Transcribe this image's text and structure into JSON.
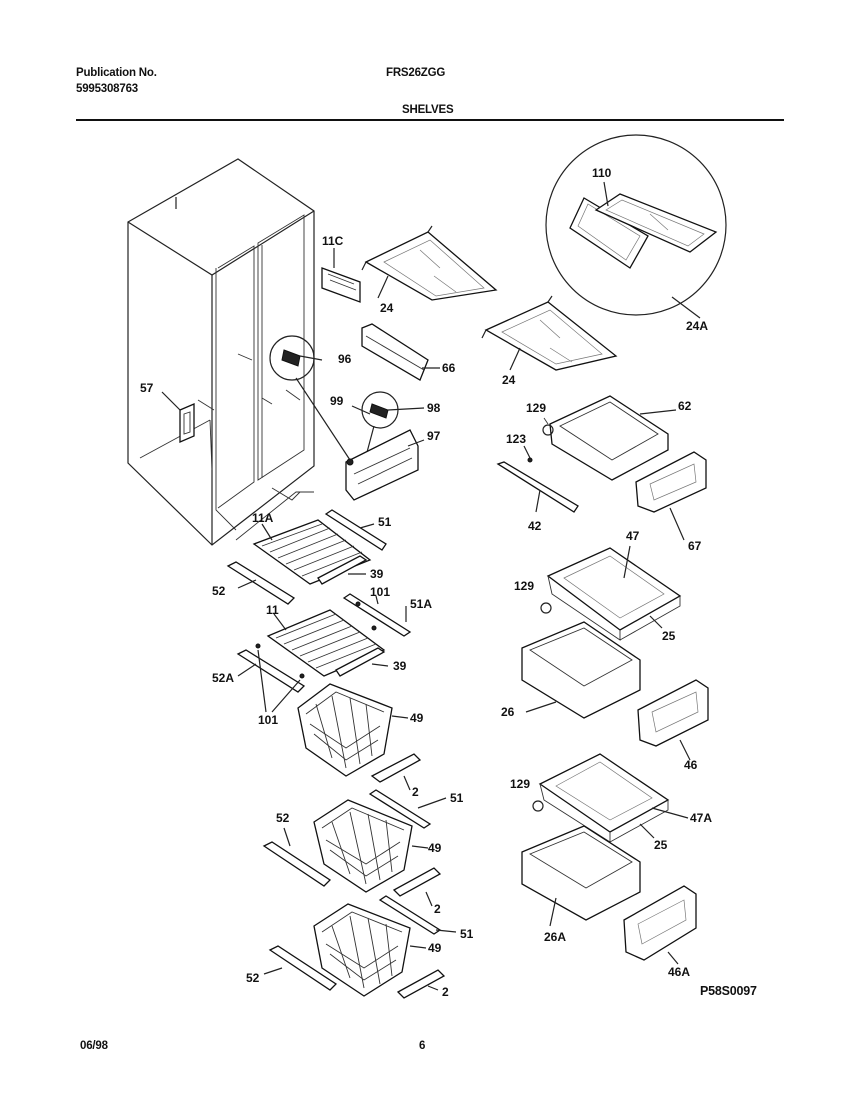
{
  "header": {
    "publication_label": "Publication No.",
    "publication_number": "5995308763",
    "model": "FRS26ZGG",
    "section_title": "SHELVES"
  },
  "footer": {
    "date": "06/98",
    "page": "6",
    "drawing_code": "P58S0097"
  },
  "callouts": {
    "c110": "110",
    "c11C": "11C",
    "c24a": "24",
    "c24b": "24",
    "c24A": "24A",
    "c96": "96",
    "c66": "66",
    "c57": "57",
    "c99": "99",
    "c98": "98",
    "c97": "97",
    "c129a": "129",
    "c62": "62",
    "c123": "123",
    "c42": "42",
    "c67": "67",
    "c11A": "11A",
    "c51a": "51",
    "c39a": "39",
    "c52a": "52",
    "c101a": "101",
    "c51A": "51A",
    "c11": "11",
    "c39b": "39",
    "c52A": "52A",
    "c101b": "101",
    "c49a": "49",
    "c2a": "2",
    "c51b": "51",
    "c52b": "52",
    "c49b": "49",
    "c2b": "2",
    "c51c": "51",
    "c49c": "49",
    "c52c": "52",
    "c2c": "2",
    "c47": "47",
    "c129b": "129",
    "c25a": "25",
    "c26": "26",
    "c46": "46",
    "c129c": "129",
    "c47A": "47A",
    "c25b": "25",
    "c26A": "26A",
    "c46A": "46A"
  }
}
